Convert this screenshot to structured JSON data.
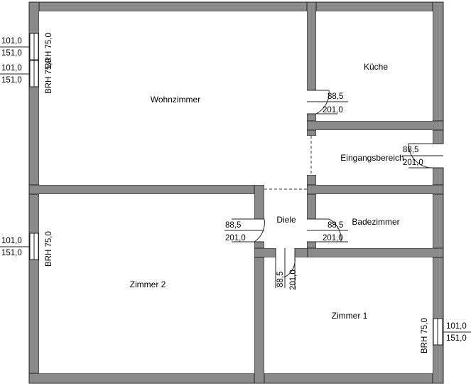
{
  "rooms": {
    "wohnzimmer": "Wohnzimmer",
    "kueche": "Küche",
    "eingangsbereich": "Eingangsbereich",
    "diele": "Diele",
    "badezimmer": "Badezimmer",
    "zimmer1": "Zimmer 1",
    "zimmer2": "Zimmer 2"
  },
  "windows": {
    "w1": {
      "width": "101,0",
      "height": "151,0",
      "sill": "BRH 75,0"
    },
    "w2": {
      "width": "101,0",
      "height": "151,0",
      "sill": "BRH 75,0"
    },
    "w3": {
      "width": "101,0",
      "height": "151,0",
      "sill": "BRH 75,0"
    },
    "w4": {
      "width": "101,0",
      "height": "151,0",
      "sill": "BRH 75,0"
    }
  },
  "doors": {
    "kueche": {
      "width": "88,5",
      "height": "201,0"
    },
    "eingang": {
      "width": "88,5",
      "height": "201,0"
    },
    "wohn_diele": {
      "width": "88,5",
      "height": "201,0"
    },
    "bad": {
      "width": "88,5",
      "height": "201,0"
    },
    "zimmer1": {
      "width": "88,5",
      "height": "201,0"
    }
  },
  "colors": {
    "wall_fill": "#8a8a8a",
    "wall_stroke": "#222222",
    "background": "#ffffff"
  }
}
